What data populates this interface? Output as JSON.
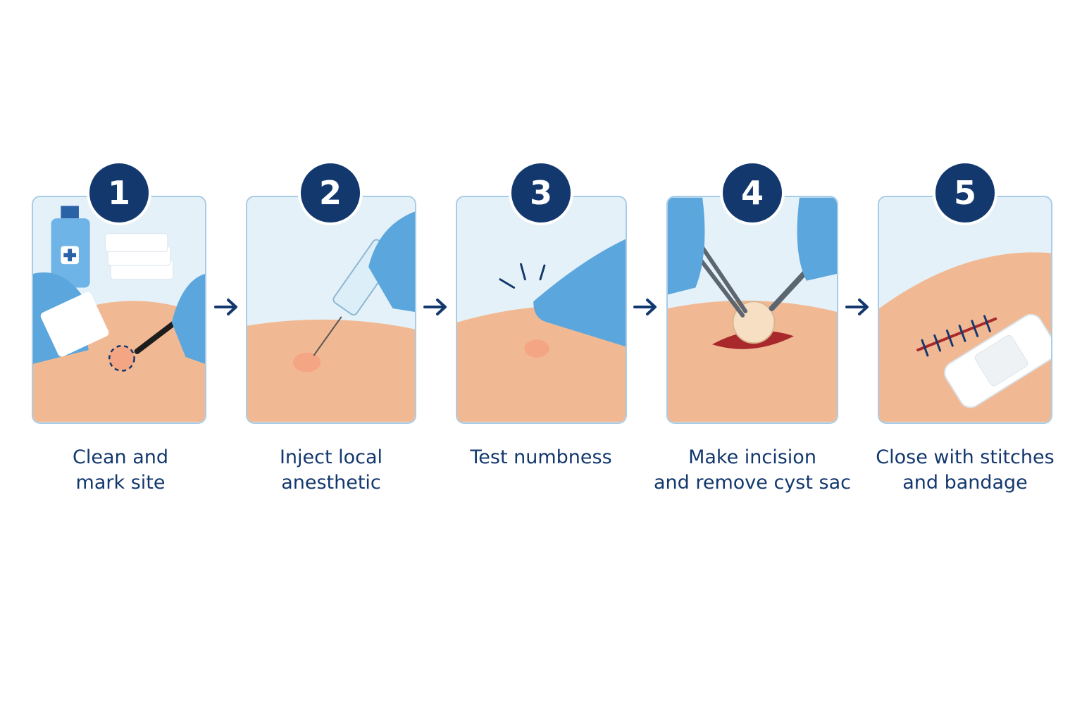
{
  "steps": [
    {
      "number": "1",
      "label_lines": [
        "Clean and",
        "mark site"
      ]
    },
    {
      "number": "2",
      "label_lines": [
        "Inject local",
        "anesthetic"
      ]
    },
    {
      "number": "3",
      "label_lines": [
        "Test numbness"
      ]
    },
    {
      "number": "4",
      "label_lines": [
        "Make incision",
        "and remove cyst sac"
      ]
    },
    {
      "number": "5",
      "label_lines": [
        "Close with stitches",
        "and bandage"
      ]
    }
  ],
  "colors": {
    "accent": "#13386e",
    "panel_border": "#a9cce6",
    "panel_bg": "#e5f1f8",
    "skin": "#f1b993",
    "glove": "#5aa6dd"
  },
  "icons": [
    "arrow-right-icon",
    "antiseptic-bottle-icon",
    "gauze-pads-icon",
    "marker-pen-icon",
    "syringe-icon",
    "forceps-icon",
    "scalpel-icon",
    "bandage-icon"
  ]
}
